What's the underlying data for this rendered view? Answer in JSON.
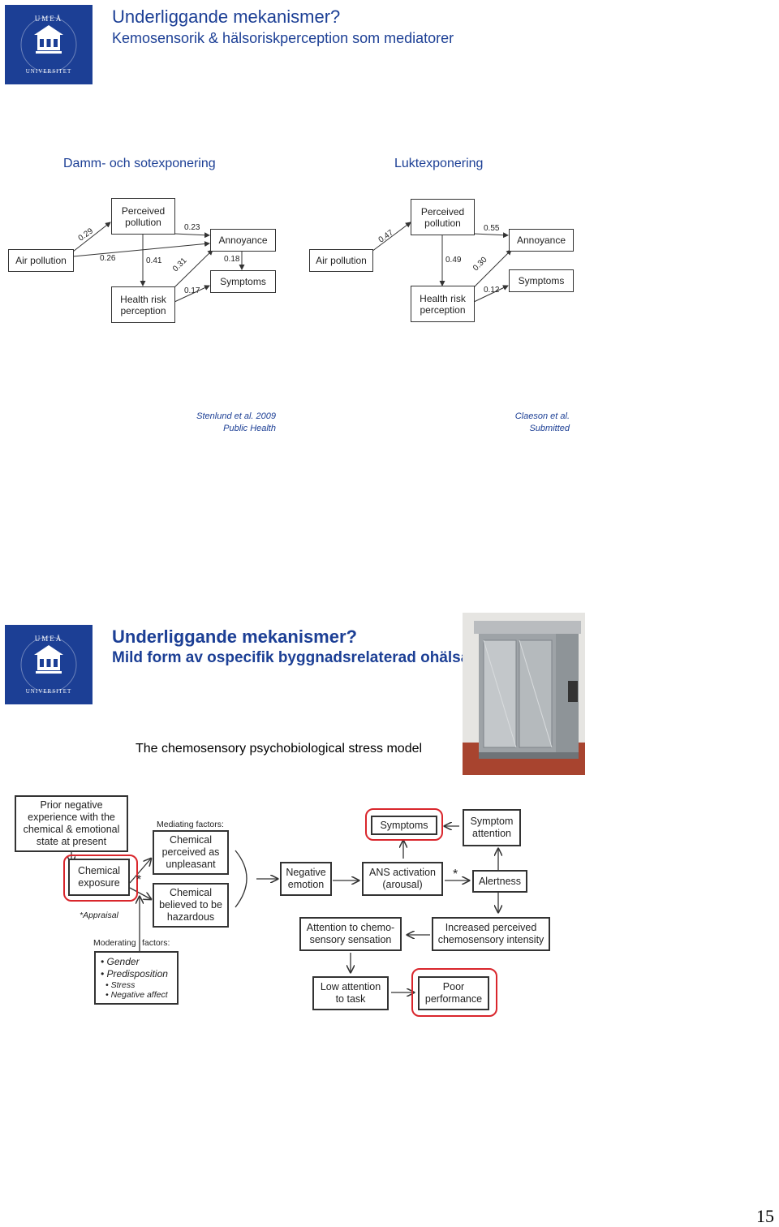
{
  "slide1": {
    "logo_text": "UMEÅ UNIVERSITET",
    "title": "Underliggande mekanismer?",
    "subtitle": "Kemosensorik & hälsoriskperception som mediatorer",
    "left_heading": "Damm- och sotexponering",
    "right_heading": "Luktexponering",
    "left_diagram": {
      "nodes": {
        "air_pollution": "Air pollution",
        "perceived_pollution": "Perceived pollution",
        "health_risk": "Health risk perception",
        "annoyance": "Annoyance",
        "symptoms": "Symptoms"
      },
      "coefficients": {
        "air_to_perceived": "0.29",
        "air_to_annoyance": "0.26",
        "perceived_to_annoyance": "0.23",
        "perceived_to_risk": "0.41",
        "risk_to_annoyance": "0.31",
        "annoyance_to_symptoms": "0.18",
        "risk_to_symptoms": "0.17"
      }
    },
    "right_diagram": {
      "nodes": {
        "air_pollution": "Air pollution",
        "perceived_pollution": "Perceived pollution",
        "health_risk": "Health risk perception",
        "annoyance": "Annoyance",
        "symptoms": "Symptoms"
      },
      "coefficients": {
        "air_to_perceived": "0.47",
        "perceived_to_annoyance": "0.55",
        "perceived_to_risk": "0.49",
        "risk_to_annoyance": "0.30",
        "risk_to_symptoms": "0.12"
      }
    },
    "left_ref": {
      "line1": "Stenlund et al. 2009",
      "line2": "Public Health"
    },
    "right_ref": {
      "line1": "Claeson et al.",
      "line2": "Submitted"
    }
  },
  "slide2": {
    "logo_text": "UMEÅ UNIVERSITET",
    "title": "Underliggande mekanismer?",
    "subtitle": "Mild form av ospecifik byggnadsrelaterad ohälsa",
    "model_title": "The chemosensory psychobiological stress model",
    "model": {
      "prior": "Prior negative experience with the chemical & emotional state at present",
      "chemical_exposure": "Chemical exposure",
      "appraisal": "*Appraisal",
      "mediating_label": "Mediating factors:",
      "unpleasant": "Chemical perceived as unpleasant",
      "hazardous": "Chemical believed to be hazardous",
      "moderating_label": "Moderating",
      "factors_label": "factors:",
      "mod_gender": "• Gender",
      "mod_predisposition": "• Predisposition",
      "mod_stress": "• Stress",
      "mod_negative_affect": "• Negative affect",
      "negative_emotion": "Negative emotion",
      "symptoms": "Symptoms",
      "ans": "ANS activation (arousal)",
      "symptom_attention": "Symptom attention",
      "alertness": "Alertness",
      "attention": "Attention to chemo-sensory sensation",
      "increased": "Increased perceived chemosensory intensity",
      "low_attention": "Low attention to task",
      "poor": "Poor performance",
      "star": "*"
    }
  },
  "page_number": "15"
}
